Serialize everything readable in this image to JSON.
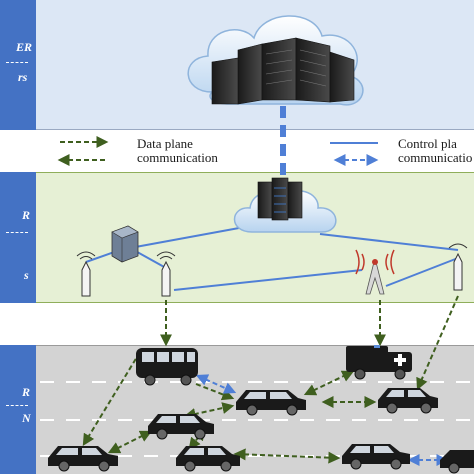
{
  "layers": {
    "top": {
      "label_line1": "ER",
      "label_line2": "rs"
    },
    "middle": {
      "label_line1": "R",
      "label_line2": "s"
    },
    "bottom": {
      "label_line1": "R",
      "label_line2": "N"
    }
  },
  "legend": {
    "data_plane": {
      "line1": "Data plane",
      "line2": "communication"
    },
    "control_plane": {
      "line1": "Control pla",
      "line2": "communicatio"
    }
  },
  "colors": {
    "top_band": "#dce7f5",
    "middle_band": "#e6f0d5",
    "bottom_band": "#d3d3d3",
    "side_blue": "#4472c4",
    "data_plane_arrow": "#3f5f1f",
    "control_plane_arrow": "#4f7fd6"
  },
  "icons": [
    "cloud-datacenter-icon",
    "edge-cloud-server-icon",
    "rsu-antenna-icon",
    "base-station-icon",
    "bus-icon",
    "ambulance-icon",
    "car-icon"
  ]
}
